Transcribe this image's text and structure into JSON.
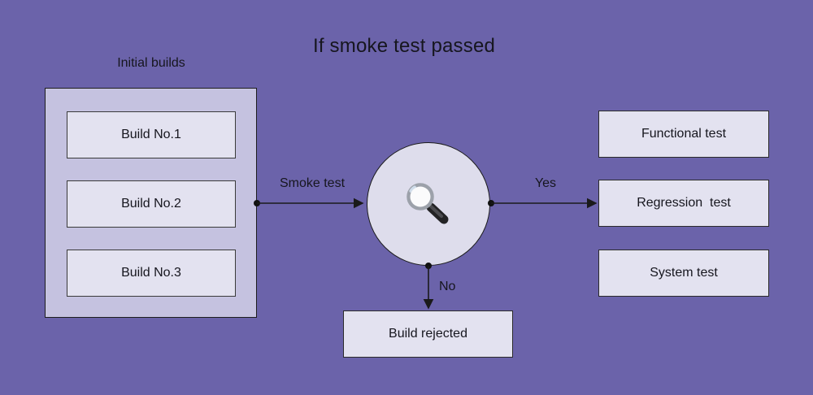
{
  "diagram": {
    "title": "If smoke test passed",
    "colors": {
      "background": "#6B63AA",
      "group_fill": "#C5C2E0",
      "node_fill": "#E3E2F0",
      "circle_fill": "#DEDDEC",
      "line": "#1A1A1A",
      "text": "#16161E"
    }
  },
  "initial_builds": {
    "label": "Initial builds",
    "items": [
      {
        "label": "Build No.1"
      },
      {
        "label": "Build No.2"
      },
      {
        "label": "Build No.3"
      }
    ]
  },
  "decision": {
    "icon": "magnifying-glass-icon",
    "edges": {
      "in_label": "Smoke test",
      "yes_label": "Yes",
      "no_label": "No"
    }
  },
  "outcomes": {
    "yes_targets": [
      {
        "label": "Functional test"
      },
      {
        "label": "Regression  test"
      },
      {
        "label": "System test"
      }
    ],
    "no_target": {
      "label": "Build rejected"
    }
  }
}
